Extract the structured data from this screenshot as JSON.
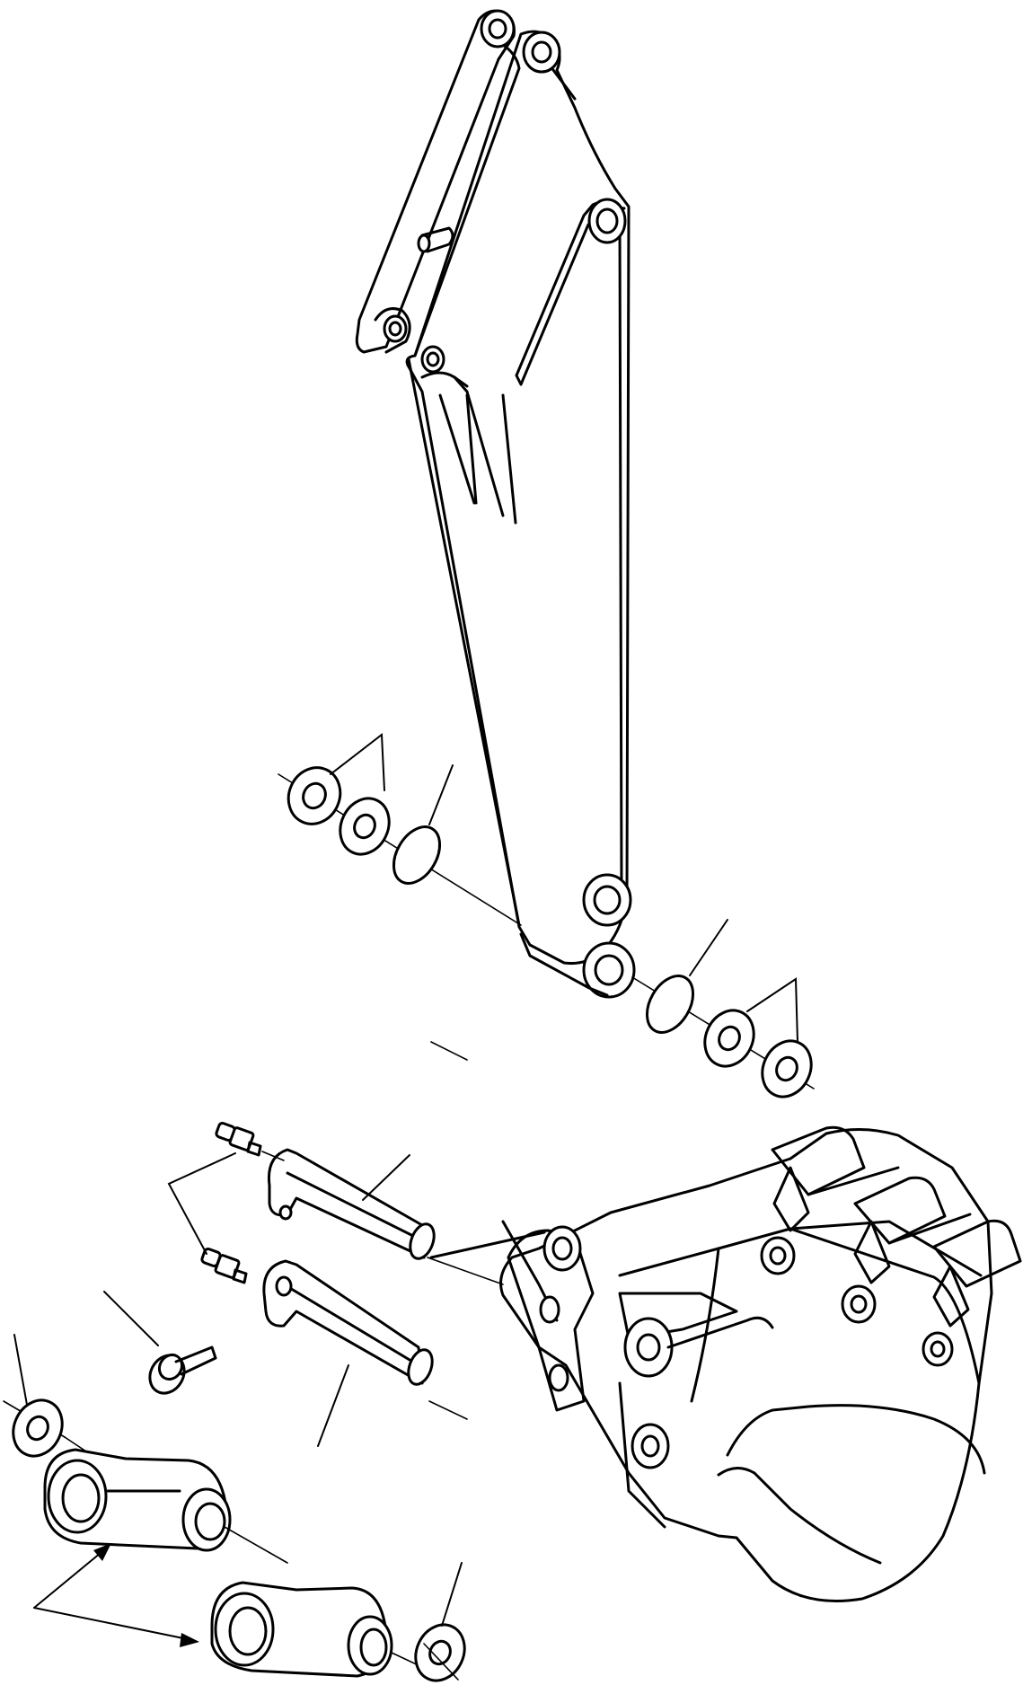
{
  "diagram": {
    "kind": "exploded-parts-view",
    "colors": {
      "line": "#000000",
      "background": "#ffffff"
    },
    "parts": [
      {
        "name": "arm"
      },
      {
        "name": "bucket"
      },
      {
        "name": "upper-pin"
      },
      {
        "name": "lower-pin"
      },
      {
        "name": "grease-fitting-upper"
      },
      {
        "name": "grease-fitting-lower"
      },
      {
        "name": "link-left"
      },
      {
        "name": "link-right"
      },
      {
        "name": "o-ring-left"
      },
      {
        "name": "o-ring-right"
      },
      {
        "name": "shim-washer-set-left"
      },
      {
        "name": "shim-washer-set-right"
      },
      {
        "name": "washer-link-left"
      },
      {
        "name": "washer-link-right"
      },
      {
        "name": "lock-bolt"
      }
    ],
    "labels": []
  }
}
